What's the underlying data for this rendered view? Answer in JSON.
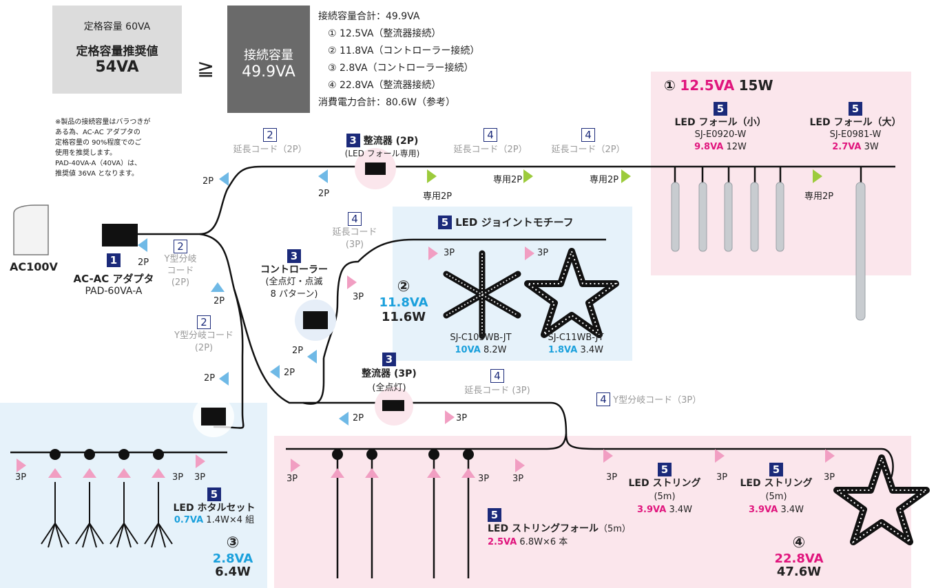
{
  "rated": {
    "capacity": "定格容量 60VA",
    "recommended_label": "定格容量推奨値",
    "recommended_value": "54VA"
  },
  "geq": "≧",
  "connected": {
    "label": "接続容量",
    "value": "49.9VA"
  },
  "summary": {
    "total": "接続容量合計：49.9VA",
    "items": [
      "① 12.5VA（整流器接続）",
      "② 11.8VA（コントローラー接続）",
      "③ 2.8VA（コントローラー接続）",
      "④ 22.8VA（整流器接続）"
    ],
    "power": "消費電力合計：80.6W（参考）"
  },
  "note": [
    "※製品の接続容量はバラつきが",
    "ある為、AC-AC アダプタの",
    "定格容量の 90%程度でのご",
    "使用を推奨します。",
    "PAD-40VA-A（40VA）は、",
    "推奨値 36VA となります。"
  ],
  "ac": "AC100V",
  "adapter": {
    "num": "1",
    "name": "AC-AC アダプタ",
    "model": "PAD-60VA-A"
  },
  "y_cord_a": {
    "num": "2",
    "l1": "Y型分岐",
    "l2": "コード",
    "l3": "(2P)"
  },
  "y_cord_b": {
    "num": "2",
    "l1": "Y型分岐コード",
    "l2": "(2P)"
  },
  "ext_2p": {
    "num": "2",
    "label": "延長コード（2P）"
  },
  "rect_2p": {
    "num": "3",
    "name": "整流器 (2P)",
    "sub": "(LED フォール専用)"
  },
  "ext_a": {
    "num": "4",
    "label": "延長コード（2P）"
  },
  "ext_b": {
    "num": "4",
    "label": "延長コード（2P）"
  },
  "ext_3p": {
    "num": "4",
    "l1": "延長コード",
    "l2": "(3P)"
  },
  "controller": {
    "num": "3",
    "l1": "コントローラー",
    "l2": "(全点灯・点滅",
    "l3": "8 パターン)"
  },
  "rect_3p": {
    "num": "3",
    "name": "整流器 (3P)",
    "sub": "(全点灯)"
  },
  "ext_3p_b": {
    "num": "4",
    "label": "延長コード (3P)"
  },
  "y_3p": {
    "num": "4",
    "label": "Y型分岐コード（3P）"
  },
  "group1": {
    "mark": "①",
    "va": "12.5VA",
    "w": "15W",
    "small": {
      "num": "5",
      "name": "LED フォール（小）",
      "model": "SJ-E0920-W",
      "va": "9.8VA",
      "w": "12W"
    },
    "large": {
      "num": "5",
      "name": "LED フォール（大）",
      "model": "SJ-E0981-W",
      "va": "2.7VA",
      "w": "3W"
    }
  },
  "group2": {
    "num": "5",
    "title": "LED ジョイントモチーフ",
    "mark": "②",
    "va": "11.8VA",
    "w": "11.6W",
    "snow": {
      "model": "SJ-C103WB-JT",
      "va": "10VA",
      "w": "8.2W"
    },
    "star": {
      "model": "SJ-C11WB-JT",
      "va": "1.8VA",
      "w": "3.4W"
    }
  },
  "group3": {
    "num": "5",
    "name": "LED ホタルセット",
    "va": "0.7VA",
    "w": "1.4W×4 組",
    "mark": "③",
    "total_va": "2.8VA",
    "total_w": "6.4W"
  },
  "group4": {
    "fall": {
      "num": "5",
      "name": "LED ストリングフォール",
      "len": "（5m）",
      "va": "2.5VA",
      "w": "6.8W×6 本"
    },
    "s1": {
      "num": "5",
      "name": "LED ストリング",
      "len": "(5m)",
      "va": "3.9VA",
      "w": "3.4W"
    },
    "s2": {
      "num": "5",
      "name": "LED ストリング",
      "len": "(5m)",
      "va": "3.9VA",
      "w": "3.4W"
    },
    "mark": "④",
    "va": "22.8VA",
    "w": "47.6W"
  },
  "p": {
    "p2": "2P",
    "p3": "3P",
    "s2": "専用2P"
  },
  "colors": {
    "pink_zone": "#fbe6ec",
    "blue_zone": "#e6f2fa",
    "gray_box": "#dcdcdc",
    "dark_box": "#6a6a6a",
    "arrow_blue": "#6fb9e6",
    "arrow_pink": "#f19ec2",
    "arrow_green": "#9ccb3c",
    "badge": "#1b2a7a"
  }
}
